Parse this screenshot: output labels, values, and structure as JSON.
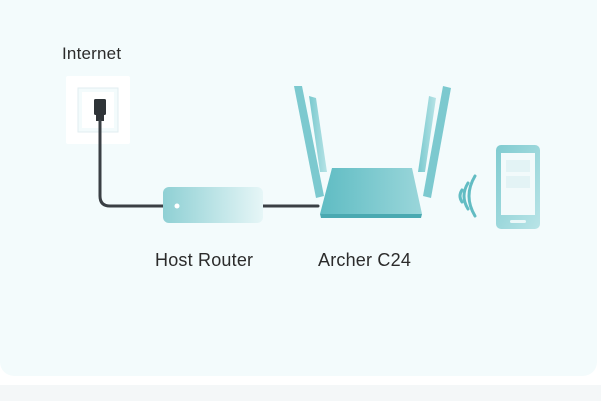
{
  "diagram": {
    "labels": {
      "internet": "Internet",
      "host_router": "Host Router",
      "extender": "Archer C24"
    },
    "colors": {
      "panel_bg": "#f3fbfc",
      "device_teal": "#6cc3c9",
      "device_teal_light": "#bfe6e8",
      "cable": "#3a3f44",
      "text": "#2b2b2b"
    },
    "icons": [
      "wall-socket-icon",
      "ethernet-plug-icon",
      "host-router-icon",
      "archer-router-icon",
      "wifi-signal-icon",
      "smartphone-icon"
    ]
  }
}
